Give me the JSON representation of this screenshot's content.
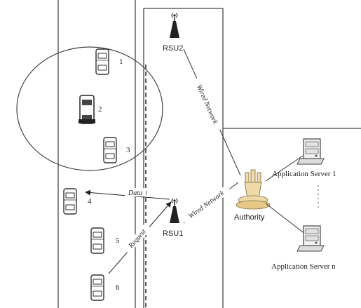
{
  "road": {
    "vehicles": [
      {
        "id": "vehicle-1",
        "label": "1"
      },
      {
        "id": "vehicle-2",
        "label": "2"
      },
      {
        "id": "vehicle-3",
        "label": "3"
      },
      {
        "id": "vehicle-4",
        "label": "4"
      },
      {
        "id": "vehicle-5",
        "label": "5"
      },
      {
        "id": "vehicle-6",
        "label": "6"
      }
    ]
  },
  "rsus": [
    {
      "label": "RSU2"
    },
    {
      "label": "RSU1"
    }
  ],
  "links": {
    "rsu2_authority": "Wired Network",
    "rsu1_authority": "Wired Network",
    "data": "Data",
    "request": "Request"
  },
  "authority": {
    "label": "Authority"
  },
  "servers": [
    {
      "label": "Application Server 1"
    },
    {
      "label": "Application Server n"
    }
  ],
  "icons": {
    "vehicle": "car-icon",
    "rsu": "antenna-icon",
    "authority": "authority-tower-icon",
    "server": "server-icon"
  }
}
